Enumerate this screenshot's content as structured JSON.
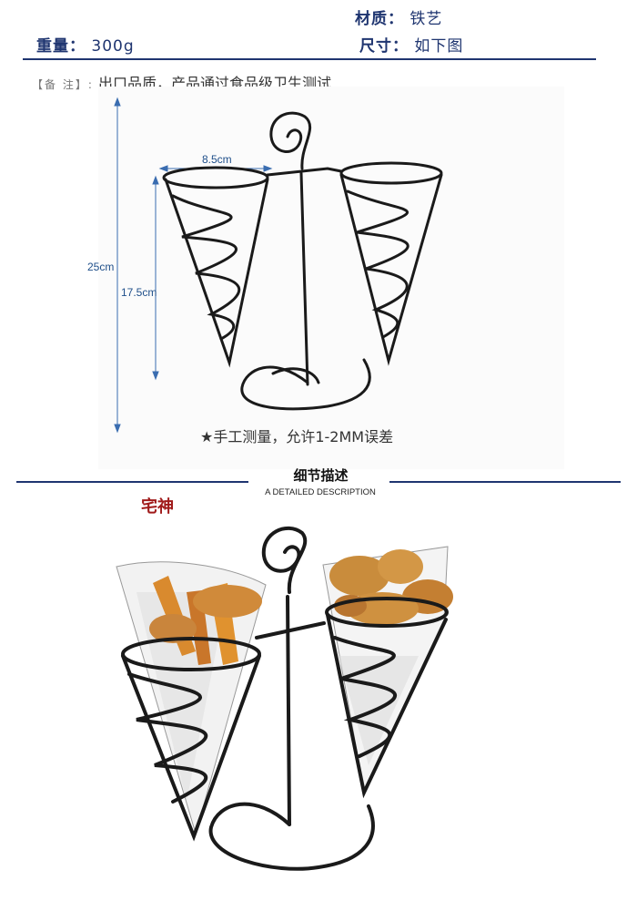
{
  "specs": {
    "material_label": "材质：",
    "material_value": "铁艺",
    "weight_label": "重量：",
    "weight_value": "300g",
    "size_label": "尺寸：",
    "size_value": "如下图"
  },
  "note": {
    "tag": "【备 注】:",
    "text": "出口品质，产品通过食品级卫生测试"
  },
  "dimensions": {
    "height_total": "25cm",
    "height_cone": "17.5cm",
    "diameter": "8.5cm"
  },
  "measure_note": "★手工测量，允许1-2MM误差",
  "section": {
    "title": "细节描述",
    "subtitle": "A DETAILED DESCRIPTION"
  },
  "logo": "宅神",
  "colors": {
    "navy": "#1f3570",
    "dimension_blue": "#1f4f8a",
    "wire": "#1a1a1a",
    "logo_red": "#a01a1a"
  }
}
